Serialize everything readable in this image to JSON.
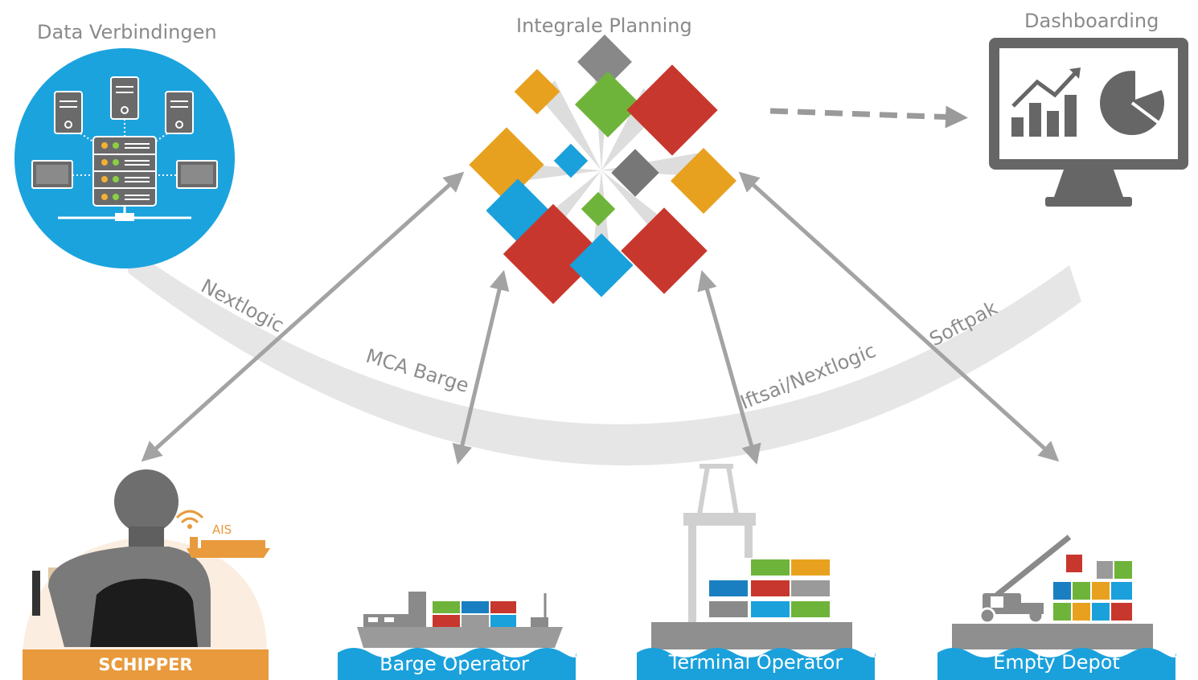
{
  "titles": {
    "data_connections": "Data Verbindingen",
    "integral_planning": "Integrale Planning",
    "dashboarding": "Dashboarding"
  },
  "band_labels": {
    "nextlogic": "Nextlogic",
    "mca_barge": "MCA Barge",
    "iftsai_nextlogic": "Iftsai/Nextlogic",
    "softpak": "Softpak"
  },
  "ais_label": "AIS",
  "parties": {
    "schipper": "SCHIPPER",
    "barge_operator": "Barge Operator",
    "terminal_operator": "Terminal Operator",
    "empty_depot": "Empty Depot"
  },
  "colors": {
    "blue": "#1aa1dc",
    "orange": "#e8a11e",
    "red": "#c8372d",
    "green": "#6fb43a",
    "gray": "#6d6d6d",
    "band": "#e4e4e4",
    "schipper_bar": "#e89a3c"
  }
}
